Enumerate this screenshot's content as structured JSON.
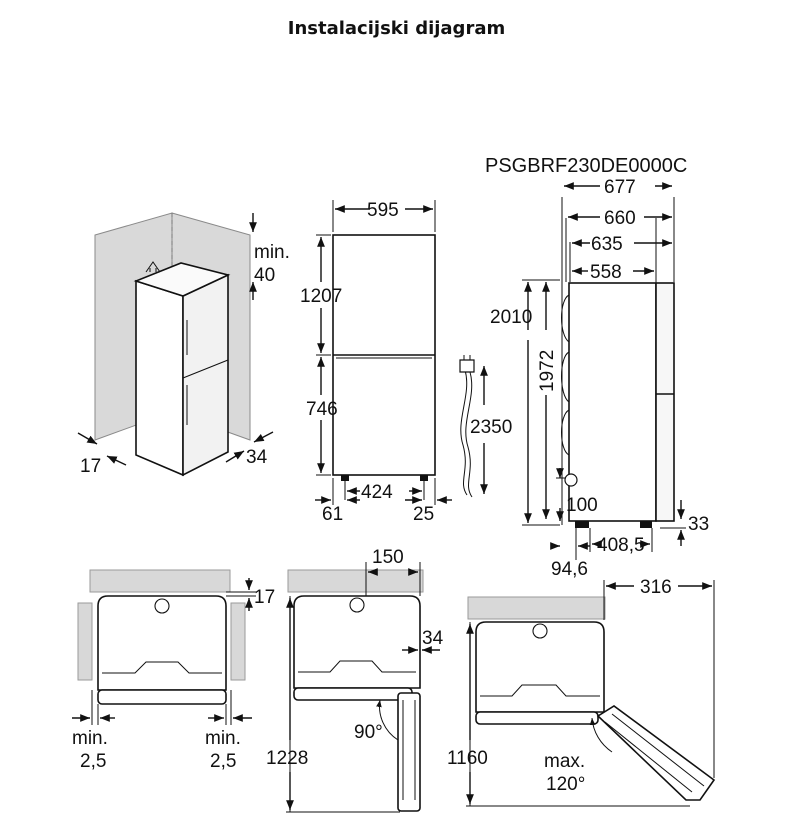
{
  "title": "Instalacijski dijagram",
  "model": "PSGBRF230DE0000C",
  "dims": {
    "top_clearance_label": "min.",
    "top_clearance_value": "40",
    "side_left": "17",
    "side_right": "34",
    "width": "595",
    "upper_height": "1207",
    "lower_height": "746",
    "cable_length": "2350",
    "foot_spacing": "424",
    "foot_left": "61",
    "foot_right": "25",
    "depth_total": "677",
    "depth_660": "660",
    "depth_635": "635",
    "depth_558": "558",
    "height_total": "2010",
    "height_body": "1972",
    "plug_height": "100",
    "bottom_gap": "33",
    "foot_depth": "408,5",
    "foot_offset": "94,6",
    "top_gap": "17",
    "door_hinge_offset": "150",
    "door_clear": "34",
    "min_left_label": "min.",
    "min_left_value": "2,5",
    "min_right_label": "min.",
    "min_right_value": "2,5",
    "door90_depth": "1228",
    "door90_angle": "90°",
    "door120_width": "316",
    "door120_depth": "1160",
    "door120_label": "max.",
    "door120_angle": "120°"
  }
}
